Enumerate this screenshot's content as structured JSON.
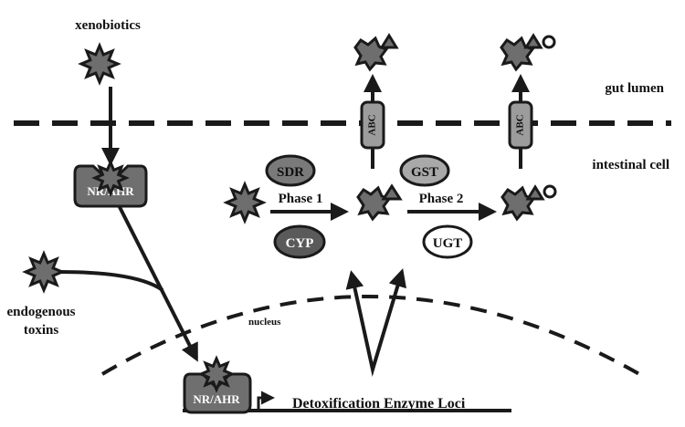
{
  "labels": {
    "xenobiotics": "xenobiotics",
    "gut_lumen": "gut lumen",
    "intestinal_cell": "intestinal cell",
    "nucleus": "nucleus",
    "endogenous_line1": "endogenous",
    "endogenous_line2": "toxins",
    "phase1": "Phase 1",
    "phase2": "Phase 2",
    "loci": "Detoxification Enzyme Loci",
    "receptor_top": "NR/AHR",
    "receptor_bottom": "NR/AHR",
    "abc_left": "ABC",
    "abc_right": "ABC"
  },
  "enzymes": {
    "sdr": "SDR",
    "cyp": "CYP",
    "gst": "GST",
    "ugt": "UGT"
  },
  "colors": {
    "dark": "#1a1a1a",
    "toxin_fill": "#6e6e6e",
    "receptor_fill": "#6f6f6f",
    "sdr_fill": "#7a7a7a",
    "cyp_fill": "#5a5a5a",
    "gst_fill": "#a9a9a9",
    "ugt_fill": "#ffffff",
    "abc_fill": "#9c9c9c"
  }
}
